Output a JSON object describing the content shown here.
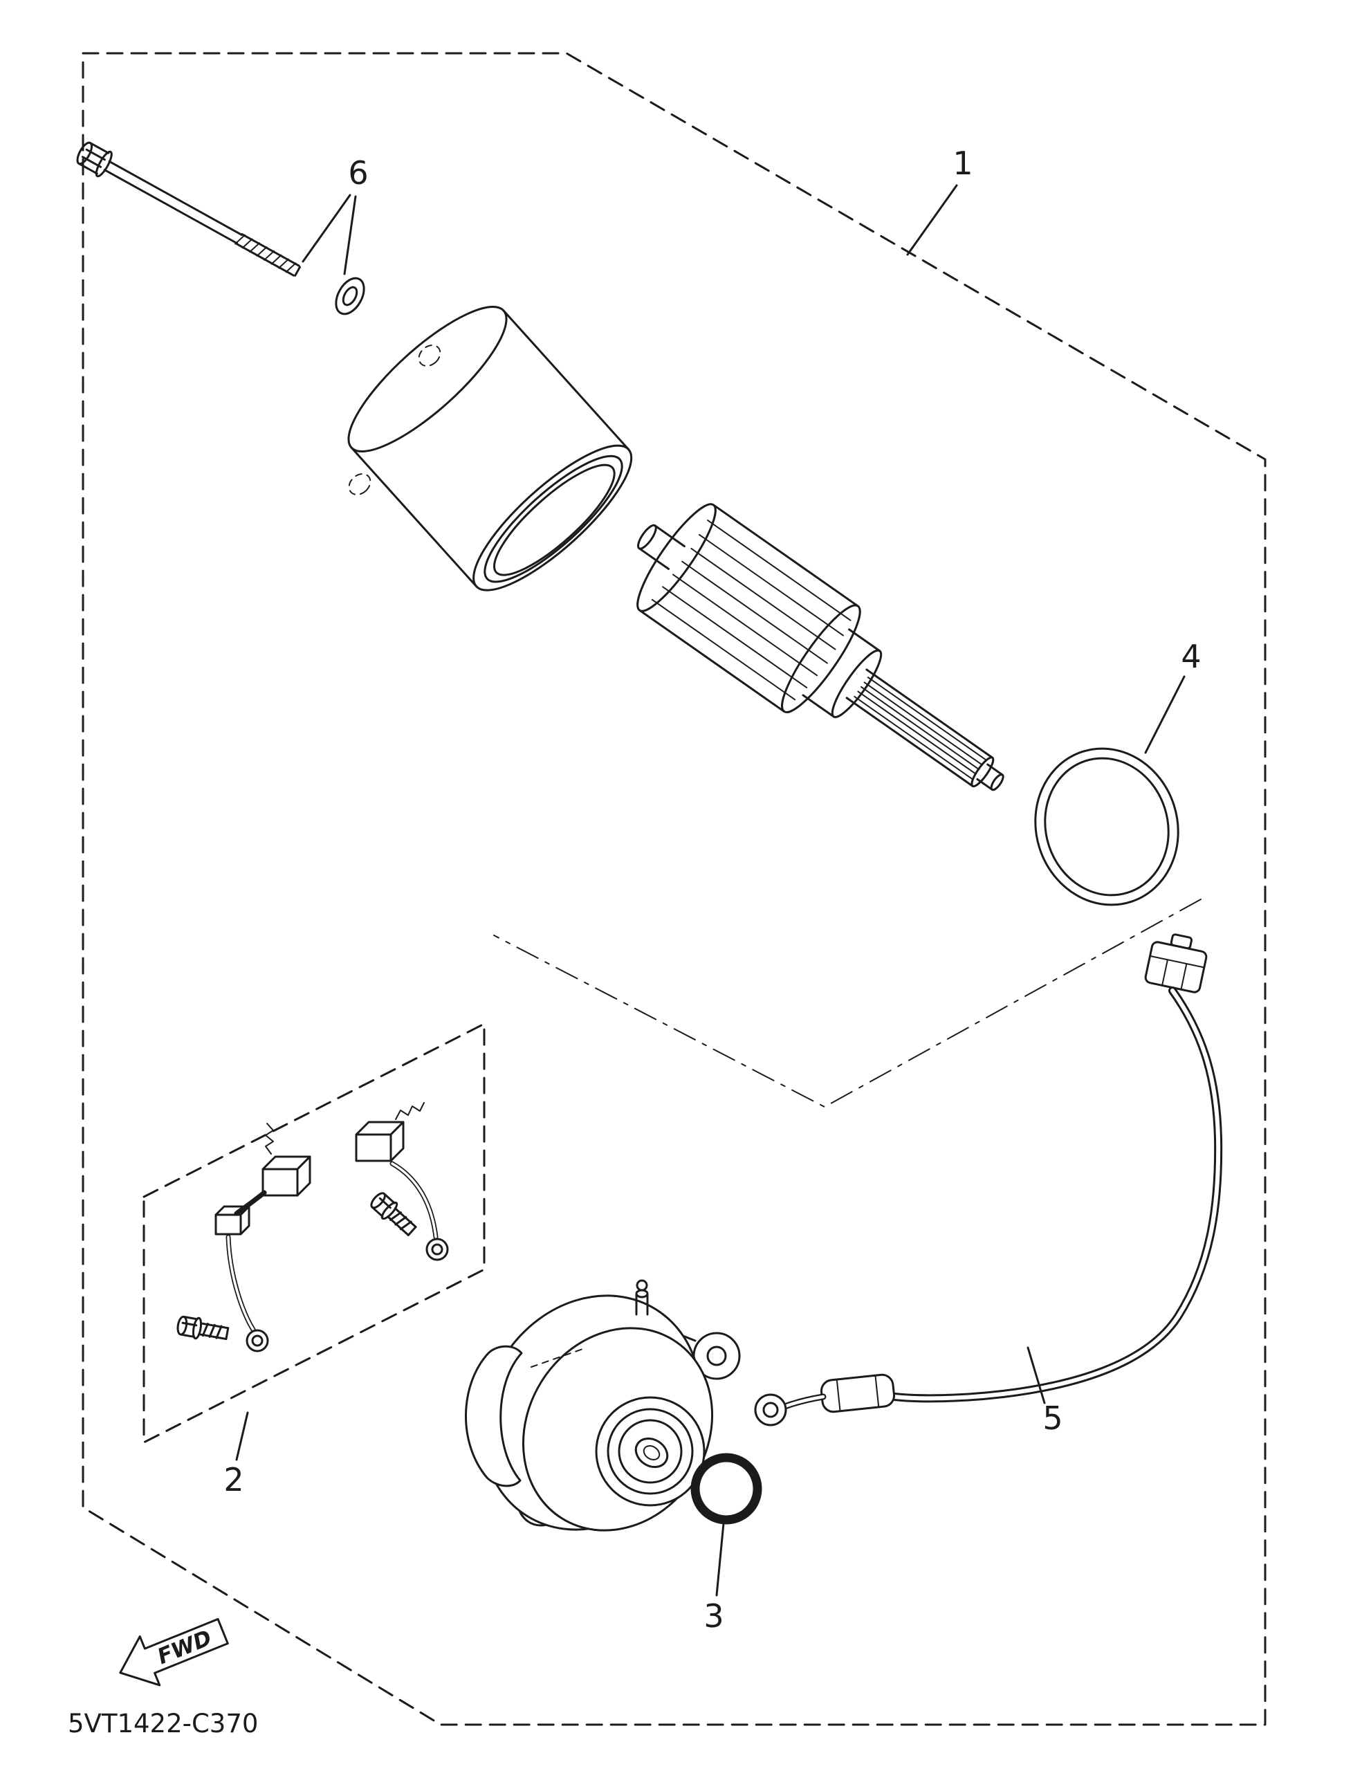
{
  "diagram": {
    "drawing_number": "5VT1422-C370",
    "fwd_label": "FWD",
    "callouts": [
      {
        "label": "1"
      },
      {
        "label": "2"
      },
      {
        "label": "3"
      },
      {
        "label": "4"
      },
      {
        "label": "5"
      },
      {
        "label": "6"
      }
    ],
    "colors": {
      "line": "#1b1b1b",
      "background": "#ffffff"
    }
  }
}
